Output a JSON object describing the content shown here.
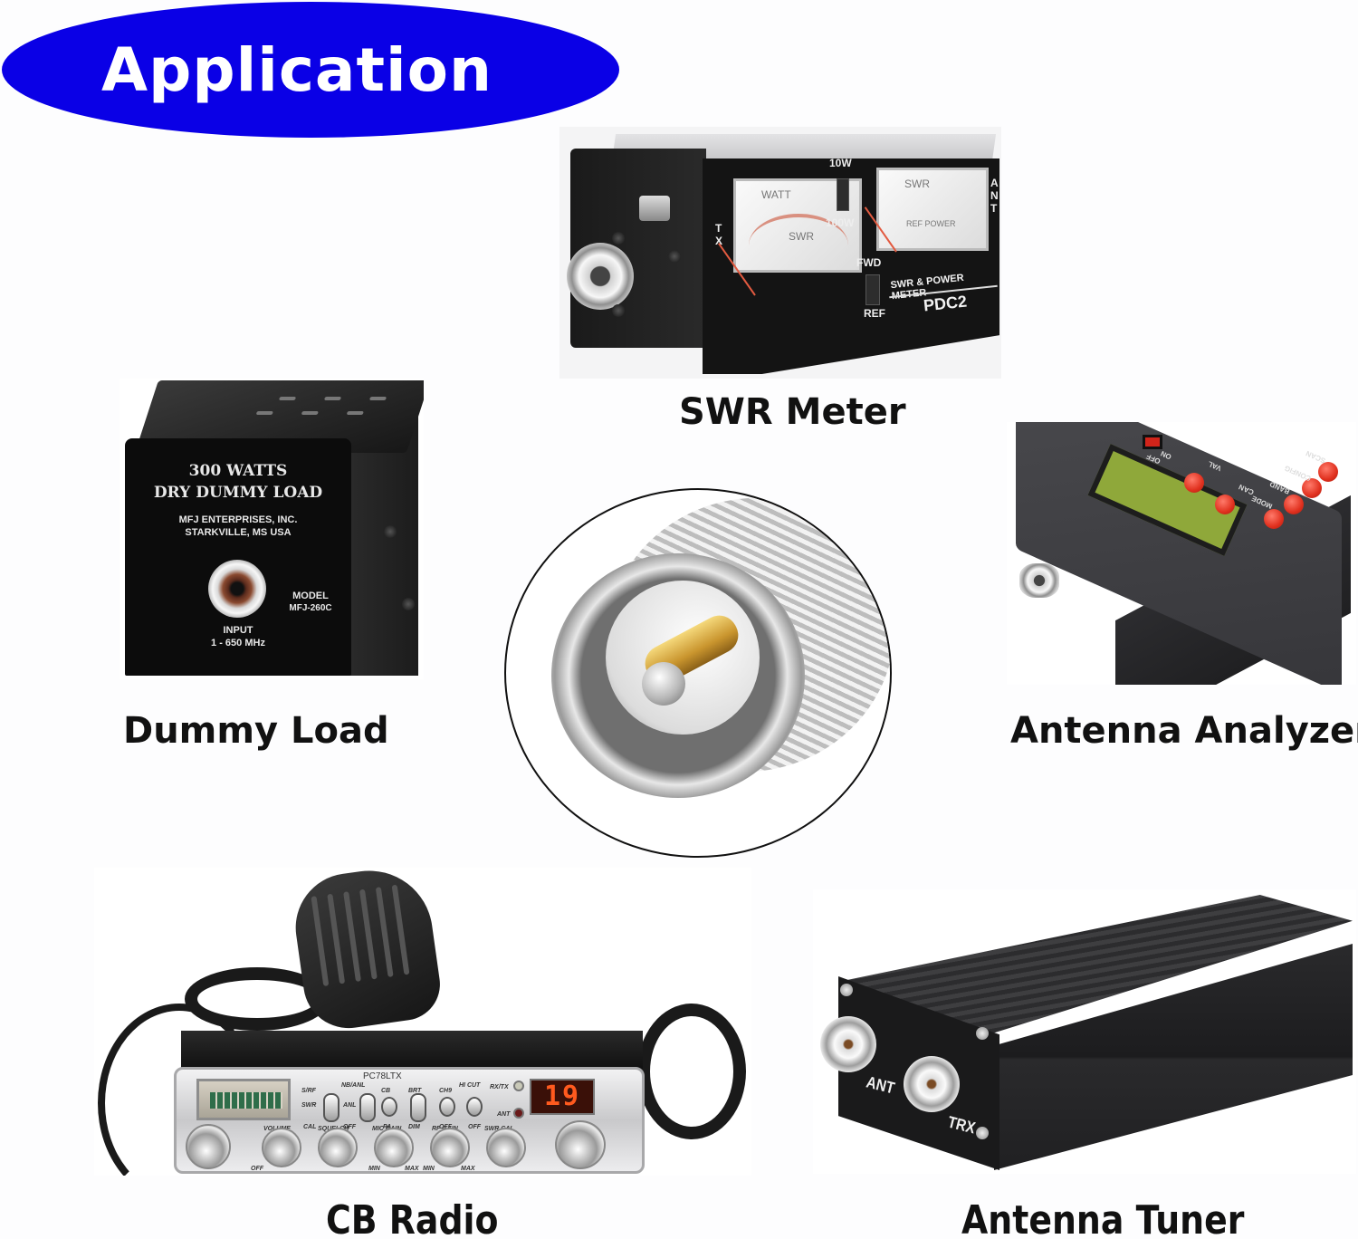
{
  "banner": {
    "title": "Application",
    "background_color": "#0a00e6",
    "text_color": "#ffffff"
  },
  "products": [
    {
      "id": "swr-meter",
      "label": "SWR Meter",
      "device": {
        "title": "SWR & POWER METER",
        "model": "PDC2",
        "left_meter_title": "WATT",
        "left_meter_sub": "SWR",
        "right_meter_title": "SWR",
        "right_meter_sub": "REF POWER",
        "range_high": "10W",
        "range_low": "100W",
        "switch_top": "FWD",
        "switch_bottom": "REF",
        "port_left": "TX",
        "port_right": "ANT"
      }
    },
    {
      "id": "dummy-load",
      "label": "Dummy Load",
      "device": {
        "line1": "300 WATTS",
        "line2": "DRY DUMMY LOAD",
        "maker1": "MFJ ENTERPRISES, INC.",
        "maker2": "STARKVILLE, MS  USA",
        "model_label": "MODEL",
        "model": "MFJ-260C",
        "input_label": "INPUT",
        "freq": "1 - 650 MHz"
      }
    },
    {
      "id": "antenna-analyzer",
      "label": "Antenna Analyzer",
      "device": {
        "power_off": "OFF",
        "power_on": "ON",
        "buttons": [
          "VAL",
          "CAN",
          "MODE",
          "BAND",
          "CONFIG",
          "SCAN"
        ]
      }
    },
    {
      "id": "cb-radio",
      "label": "CB Radio",
      "device": {
        "model": "PC78LTX",
        "channel": "19",
        "switch_labels": [
          "S/RF",
          "SWR",
          "CAL",
          "NB/ANL",
          "ANL",
          "OFF",
          "CB",
          "PA",
          "BRT",
          "DIM",
          "CH9",
          "OFF",
          "HI CUT",
          "OFF"
        ],
        "indicators": [
          "RX/TX",
          "ANT"
        ],
        "knobs": [
          "VOLUME",
          "SQUELCH",
          "MIC GAIN",
          "RF GAIN",
          "SWR CAL"
        ],
        "knob_marks": [
          "OFF",
          "MIN",
          "MAX",
          "MIN",
          "MAX"
        ]
      }
    },
    {
      "id": "antenna-tuner",
      "label": "Antenna Tuner",
      "device": {
        "port1": "ANT",
        "port2": "TRX"
      }
    }
  ]
}
